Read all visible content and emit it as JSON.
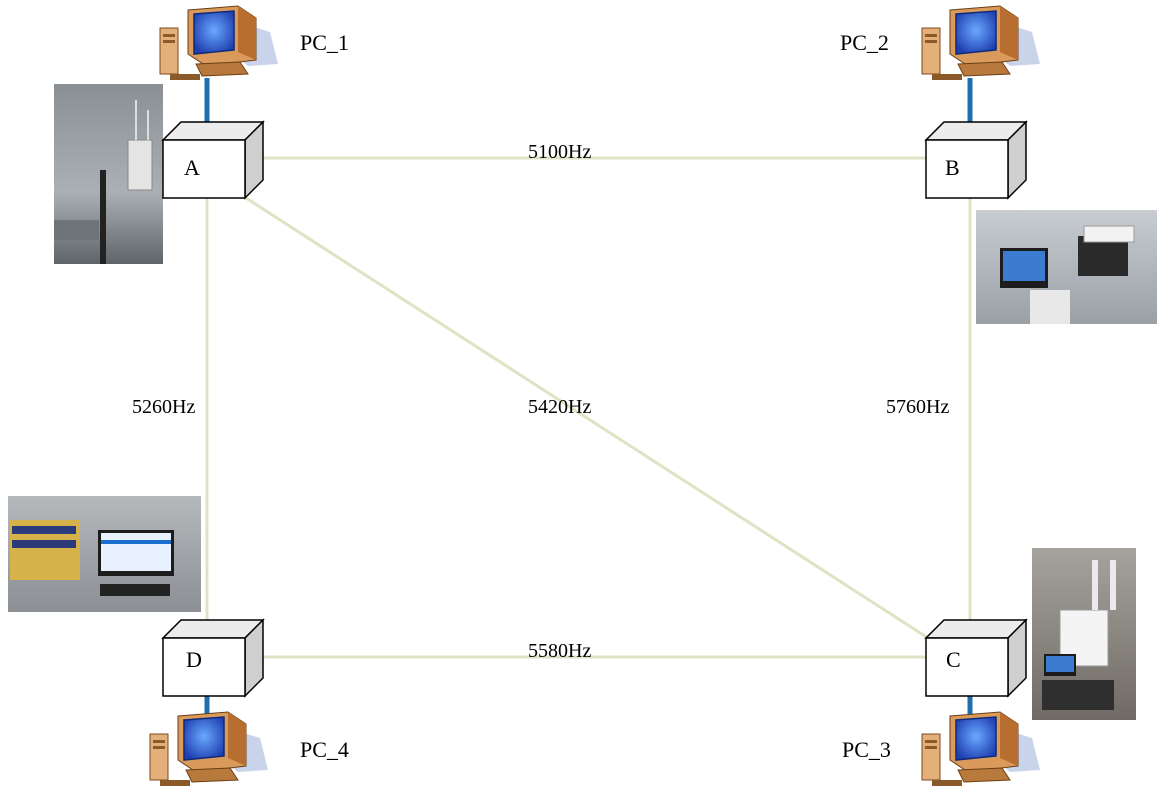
{
  "diagram": {
    "nodes": [
      {
        "id": "A",
        "label": "A"
      },
      {
        "id": "B",
        "label": "B"
      },
      {
        "id": "C",
        "label": "C"
      },
      {
        "id": "D",
        "label": "D"
      }
    ],
    "pcs": [
      {
        "id": "pc1",
        "label": "PC_1",
        "node": "A"
      },
      {
        "id": "pc2",
        "label": "PC_2",
        "node": "B"
      },
      {
        "id": "pc3",
        "label": "PC_3",
        "node": "C"
      },
      {
        "id": "pc4",
        "label": "PC_4",
        "node": "D"
      }
    ],
    "links": [
      {
        "from": "A",
        "to": "B",
        "label": "5100Hz"
      },
      {
        "from": "A",
        "to": "D",
        "label": "5260Hz"
      },
      {
        "from": "A",
        "to": "C",
        "label": "5420Hz"
      },
      {
        "from": "B",
        "to": "C",
        "label": "5760Hz"
      },
      {
        "from": "D",
        "to": "C",
        "label": "5580Hz"
      }
    ],
    "colors": {
      "link": "#dfe3c4",
      "pc_cable": "#1f6fb0",
      "box_stroke": "#000000",
      "box_side": "#cfcfcf",
      "box_top": "#ececec",
      "monitor_body": "#d99a5c",
      "monitor_screen": "#2f5fd8"
    }
  }
}
